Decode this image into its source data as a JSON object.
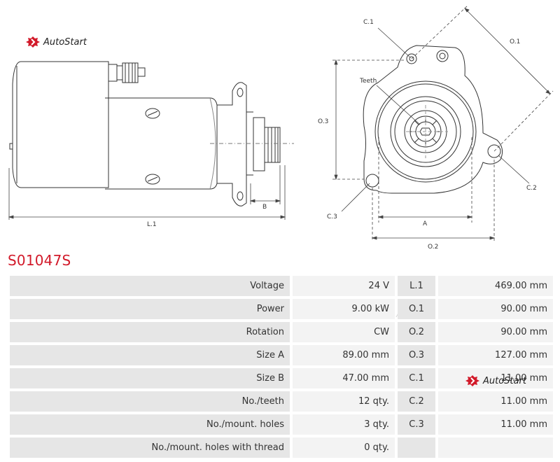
{
  "brand": {
    "name": "AutoStart",
    "accent": "#d21a2a"
  },
  "product_code": "S01047S",
  "drawing_labels": {
    "l1": "L.1",
    "b": "B",
    "c1": "C.1",
    "o1": "O.1",
    "teeth": "Teeth",
    "o3": "O.3",
    "c2": "C.2",
    "c3": "C.3",
    "a": "A",
    "o2": "O.2"
  },
  "specs": [
    {
      "label": "Voltage",
      "value": "24 V",
      "key": "L.1",
      "key_value": "469.00 mm"
    },
    {
      "label": "Power",
      "value": "9.00 kW",
      "key": "O.1",
      "key_value": "90.00 mm"
    },
    {
      "label": "Rotation",
      "value": "CW",
      "key": "O.2",
      "key_value": "90.00 mm"
    },
    {
      "label": "Size A",
      "value": "89.00 mm",
      "key": "O.3",
      "key_value": "127.00 mm"
    },
    {
      "label": "Size B",
      "value": "47.00 mm",
      "key": "C.1",
      "key_value": "11.00 mm"
    },
    {
      "label": "No./teeth",
      "value": "12 qty.",
      "key": "C.2",
      "key_value": "11.00 mm"
    },
    {
      "label": "No./mount. holes",
      "value": "3 qty.",
      "key": "C.3",
      "key_value": "11.00 mm"
    },
    {
      "label": "No./mount. holes with thread",
      "value": "0 qty.",
      "key": "",
      "key_value": ""
    }
  ]
}
